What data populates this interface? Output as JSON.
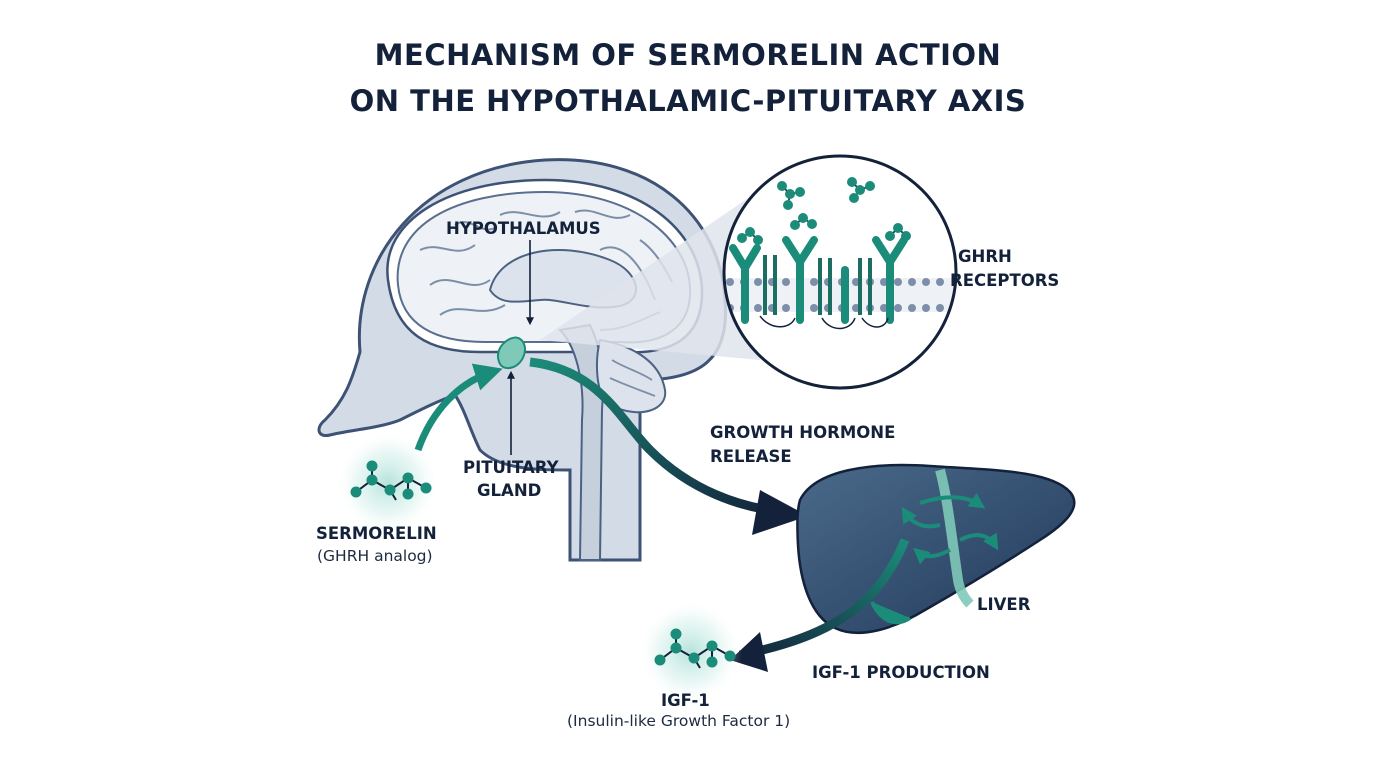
{
  "title": {
    "line1": "MECHANISM OF SERMORELIN ACTION",
    "line2": "ON THE HYPOTHALAMIC-PITUITARY AXIS"
  },
  "labels": {
    "hypothalamus": "HYPOTHALAMUS",
    "pituitary_line1": "PITUITARY",
    "pituitary_line2": "GLAND",
    "ghrh_line1": "GHRH",
    "ghrh_line2": "RECEPTORS",
    "gh_line1": "GROWTH HORMONE",
    "gh_line2": "RELEASE",
    "sermorelin": "SERMORELIN",
    "sermorelin_sub": "(GHRH analog)",
    "liver": "LIVER",
    "igf_production": "IGF-1 PRODUCTION",
    "igf1": "IGF-1",
    "igf1_sub": "(Insulin-like Growth Factor 1)"
  },
  "colors": {
    "navy": "#13213a",
    "teal": "#1c8c7a",
    "liver": "#33506e",
    "head_fill": "#d3dbe6",
    "brain_fill": "#eef1f5"
  }
}
